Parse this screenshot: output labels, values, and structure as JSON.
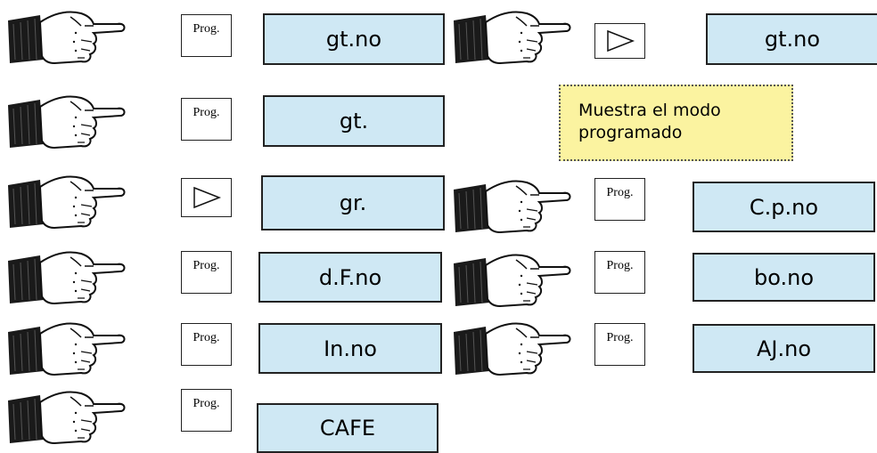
{
  "keys": {
    "prog_label": "Prog."
  },
  "displays": {
    "r1_left": "gt.no",
    "r1_right": "gt.no",
    "r2_left": "gt.",
    "r3_left": "gr.",
    "r3_right": "C.p.no",
    "r4_left": "d.F.no",
    "r4_right": "bo.no",
    "r5_left": "In.no",
    "r5_right": "AJ.no",
    "r6_left": "CAFE"
  },
  "note": {
    "line1": "Muestra el modo",
    "line2": "programado"
  },
  "icons": {
    "hand": "pointing-hand-icon",
    "play": "play-triangle-icon"
  }
}
